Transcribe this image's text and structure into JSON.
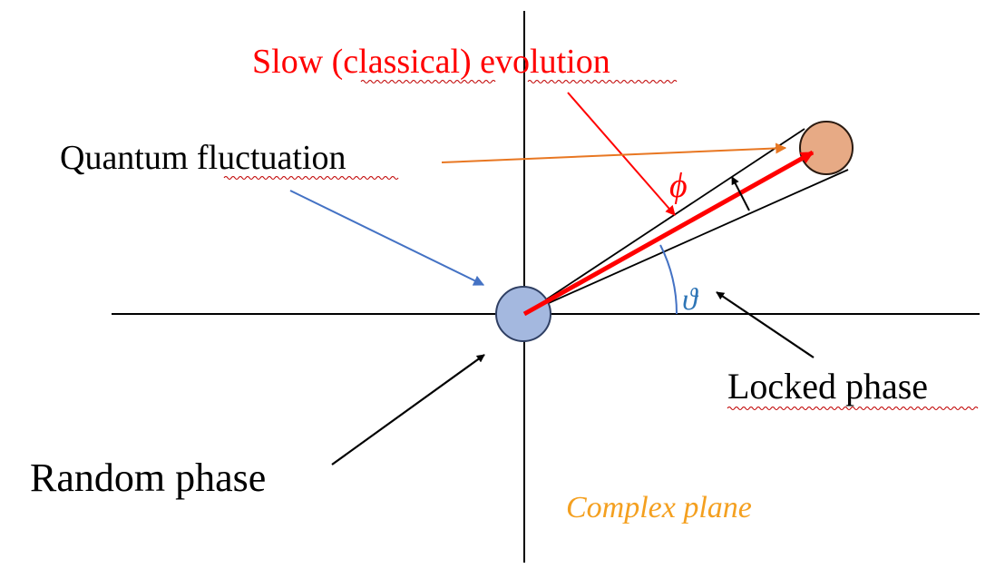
{
  "labels": {
    "slow_evolution": "Slow (classical) evolution",
    "quantum_fluctuation": "Quantum fluctuation",
    "random_phase": "Random phase",
    "locked_phase": "Locked phase",
    "complex_plane": "Complex plane",
    "phi": "ϕ",
    "theta": "ϑ"
  },
  "colors": {
    "red": "#ff0000",
    "orange": "#e87722",
    "blue": "#4472c4",
    "black": "#000000",
    "theta_blue": "#2e75b6",
    "complex_plane_orange": "#f4a020",
    "random_circle_fill": "#a4b8df",
    "random_circle_stroke": "#2f3f63",
    "locked_circle_fill": "#e7aa85",
    "locked_circle_stroke": "#2a1a10",
    "spellcheck_red": "#c00000"
  }
}
